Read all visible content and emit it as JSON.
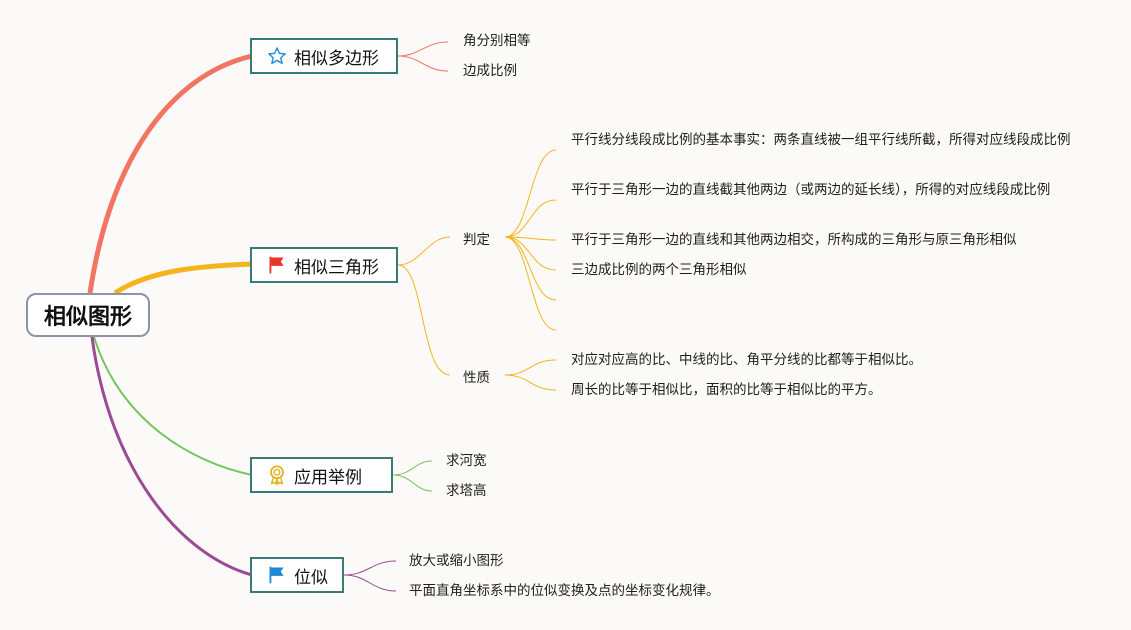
{
  "root": {
    "label": "相似图形"
  },
  "branches": [
    {
      "label": "相似多边形",
      "icon": "star-icon",
      "color": "#f27462",
      "leaves": [
        "角分别相等",
        "边成比例"
      ]
    },
    {
      "label": "相似三角形",
      "icon": "red-flag-icon",
      "color": "#f5b41d",
      "subtopics": [
        {
          "label": "判定",
          "leaves": [
            "平行线分线段成比例的基本事实：两条直线被一组平行线所截，所得对应线段成比例",
            "平行于三角形一边的直线截其他两边（或两边的延长线），所得的对应线段成比例",
            "平行于三角形一边的直线和其他两边相交，所构成的三角形与原三角形相似",
            "三边成比例的两个三角形相似",
            "",
            ""
          ]
        },
        {
          "label": "性质",
          "leaves": [
            "对应对应高的比、中线的比、角平分线的比都等于相似比。",
            "周长的比等于相似比，面积的比等于相似比的平方。"
          ]
        }
      ]
    },
    {
      "label": "应用举例",
      "icon": "award-icon",
      "color": "#74c55b",
      "leaves": [
        "求河宽",
        "求塔高"
      ]
    },
    {
      "label": "位似",
      "icon": "blue-flag-icon",
      "color": "#9b4a93",
      "leaves": [
        "放大或缩小图形",
        "平面直角坐标系中的位似变换及点的坐标变化规律。"
      ]
    }
  ],
  "colors": {
    "accent_star": "#2f8fd6",
    "flag_red": "#e8342a",
    "flag_blue": "#1e88d8",
    "award_gold": "#e6b422",
    "topic_border": "#3c7a77"
  }
}
